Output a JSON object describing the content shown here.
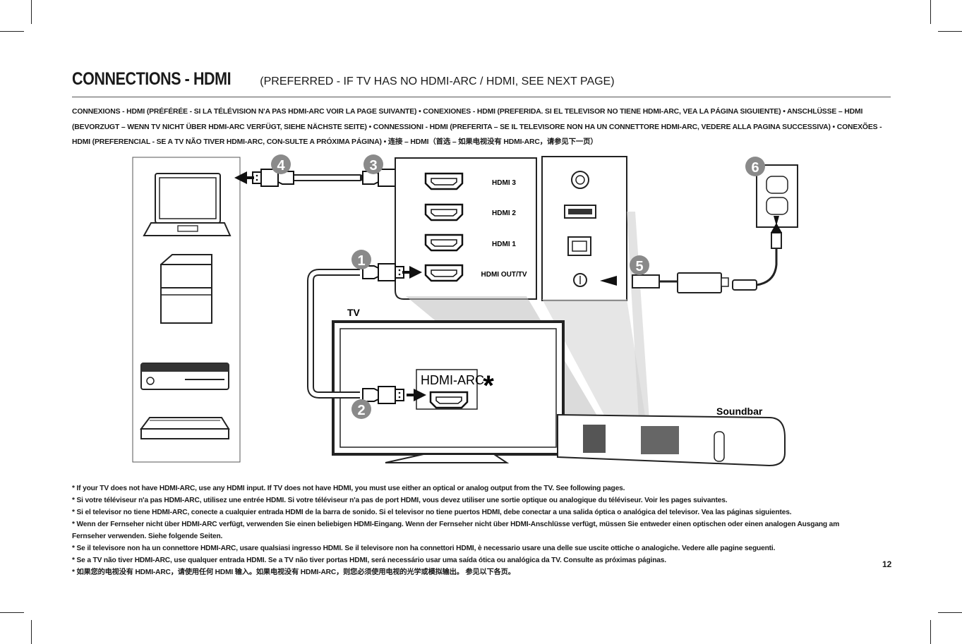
{
  "title": {
    "main": "CONNECTIONS - HDMI",
    "sub": "(PREFERRED - IF TV HAS NO HDMI-ARC / HDMI, SEE NEXT PAGE)"
  },
  "multilingual_heading": "CONNEXIONS - HDMI (PRÉFÉRÉE - SI LA TÉLÉVISION N'A PAS HDMI-ARC VOIR LA PAGE SUIVANTE) • CONEXIONES - HDMI (PREFERIDA. SI EL TELEVISOR NO TIENE HDMI-ARC, VEA LA PÁGINA SIGUIENTE) • ANSCHLÜSSE – HDMI (BEVORZUGT – WENN TV NICHT ÜBER HDMI-ARC VERFÜGT, SIEHE NÄCHSTE SEITE) • CONNESSIONI - HDMI (PREFERITA – SE IL TELEVISORE NON HA UN CONNETTORE HDMI-ARC, VEDERE ALLA PAGINA SUCCESSIVA) • CONEXÕES - HDMI (PREFERENCIAL - SE A TV NÃO TIVER HDMI-ARC, CON-SULTE A PRÓXIMA PÁGINA) • 连接 – HDMI（首选 – 如果电视没有 HDMI-ARC，请参见下一页）",
  "diagram": {
    "steps": [
      "1",
      "2",
      "3",
      "4",
      "5",
      "6"
    ],
    "ports": [
      "HDMI 3",
      "HDMI 2",
      "HDMI 1",
      "HDMI OUT/TV"
    ],
    "tv_label": "TV",
    "tv_port_label": "HDMI-ARC",
    "asterisk": "*",
    "soundbar_label": "Soundbar",
    "sources": [
      "laptop-icon",
      "game-console-icon",
      "xbox-icon",
      "blu-ray-player-icon"
    ],
    "accent_color": "#8a8a8a"
  },
  "notes": [
    "* If your TV does not have HDMI-ARC, use any HDMI input. If TV does not have HDMI, you must use either an optical or analog output from the TV. See following pages.",
    "* Si votre téléviseur n'a pas HDMI-ARC, utilisez une entrée HDMI. Si votre téléviseur n'a pas de port HDMI, vous devez utiliser une sortie optique ou analogique du téléviseur. Voir les pages suivantes.",
    "* Si el televisor no tiene HDMI-ARC, conecte a cualquier entrada HDMI de la barra de sonido. Si el televisor no tiene puertos HDMI, debe conectar a una salida óptica o analógica del televisor. Vea las páginas siguientes.",
    "* Wenn der Fernseher nicht über HDMI-ARC verfügt, verwenden Sie einen beliebigen HDMI-Eingang. Wenn der Fernseher nicht über HDMI-Anschlüsse verfügt, müssen Sie entweder einen optischen oder einen analogen Ausgang am Fernseher verwenden. Siehe folgende Seiten.",
    "* Se il televisore non ha un connettore HDMI-ARC, usare qualsiasi ingresso HDMI. Se il televisore non ha connettori HDMI, è necessario usare una delle sue uscite ottiche o analogiche. Vedere alle pagine seguenti.",
    "* Se a TV não tiver HDMI-ARC, use qualquer entrada HDMI. Se a TV não tiver portas HDMI, será necessário usar uma saída ótica ou analógica da TV. Consulte as próximas páginas.",
    "* 如果您的电视没有 HDMI-ARC，请使用任何 HDMI 输入。如果电视没有 HDMI-ARC，则您必须使用电视的光学或模拟输出。 参见以下各页。"
  ],
  "page_number": "12"
}
